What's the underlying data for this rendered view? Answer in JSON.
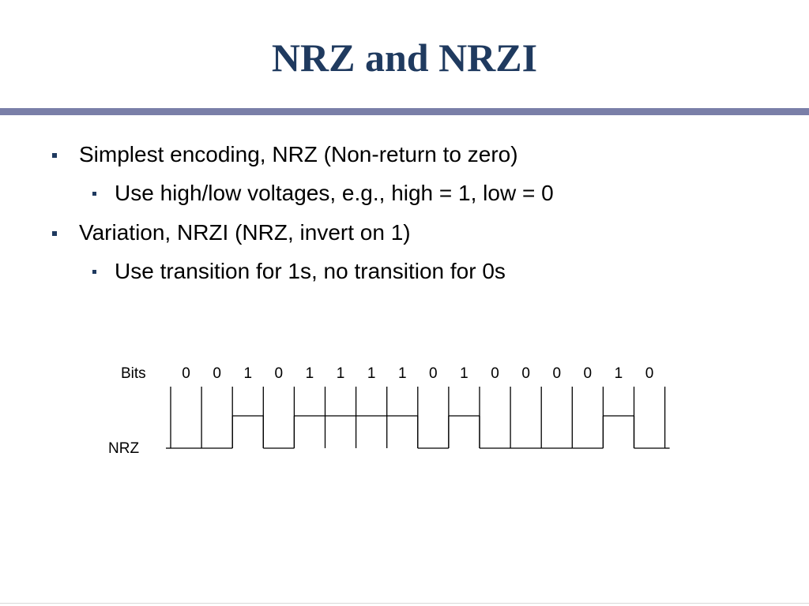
{
  "title": "NRZ and NRZI",
  "bullets": [
    {
      "level": 1,
      "text": "Simplest encoding, NRZ (Non-return to zero)"
    },
    {
      "level": 2,
      "text": "Use high/low voltages, e.g., high = 1, low = 0"
    },
    {
      "level": 1,
      "text": "Variation, NRZI (NRZ, invert on 1)"
    },
    {
      "level": 2,
      "text": "Use transition for 1s, no transition for 0s"
    }
  ],
  "diagram": {
    "bits_label": "Bits",
    "signal_label": "NRZ",
    "bits": [
      "0",
      "0",
      "1",
      "0",
      "1",
      "1",
      "1",
      "1",
      "0",
      "1",
      "0",
      "0",
      "0",
      "0",
      "1",
      "0"
    ]
  },
  "colors": {
    "title": "#1f3a5f",
    "rule": "#7a7fa8",
    "bullet_marker": "#1f3a5f"
  }
}
